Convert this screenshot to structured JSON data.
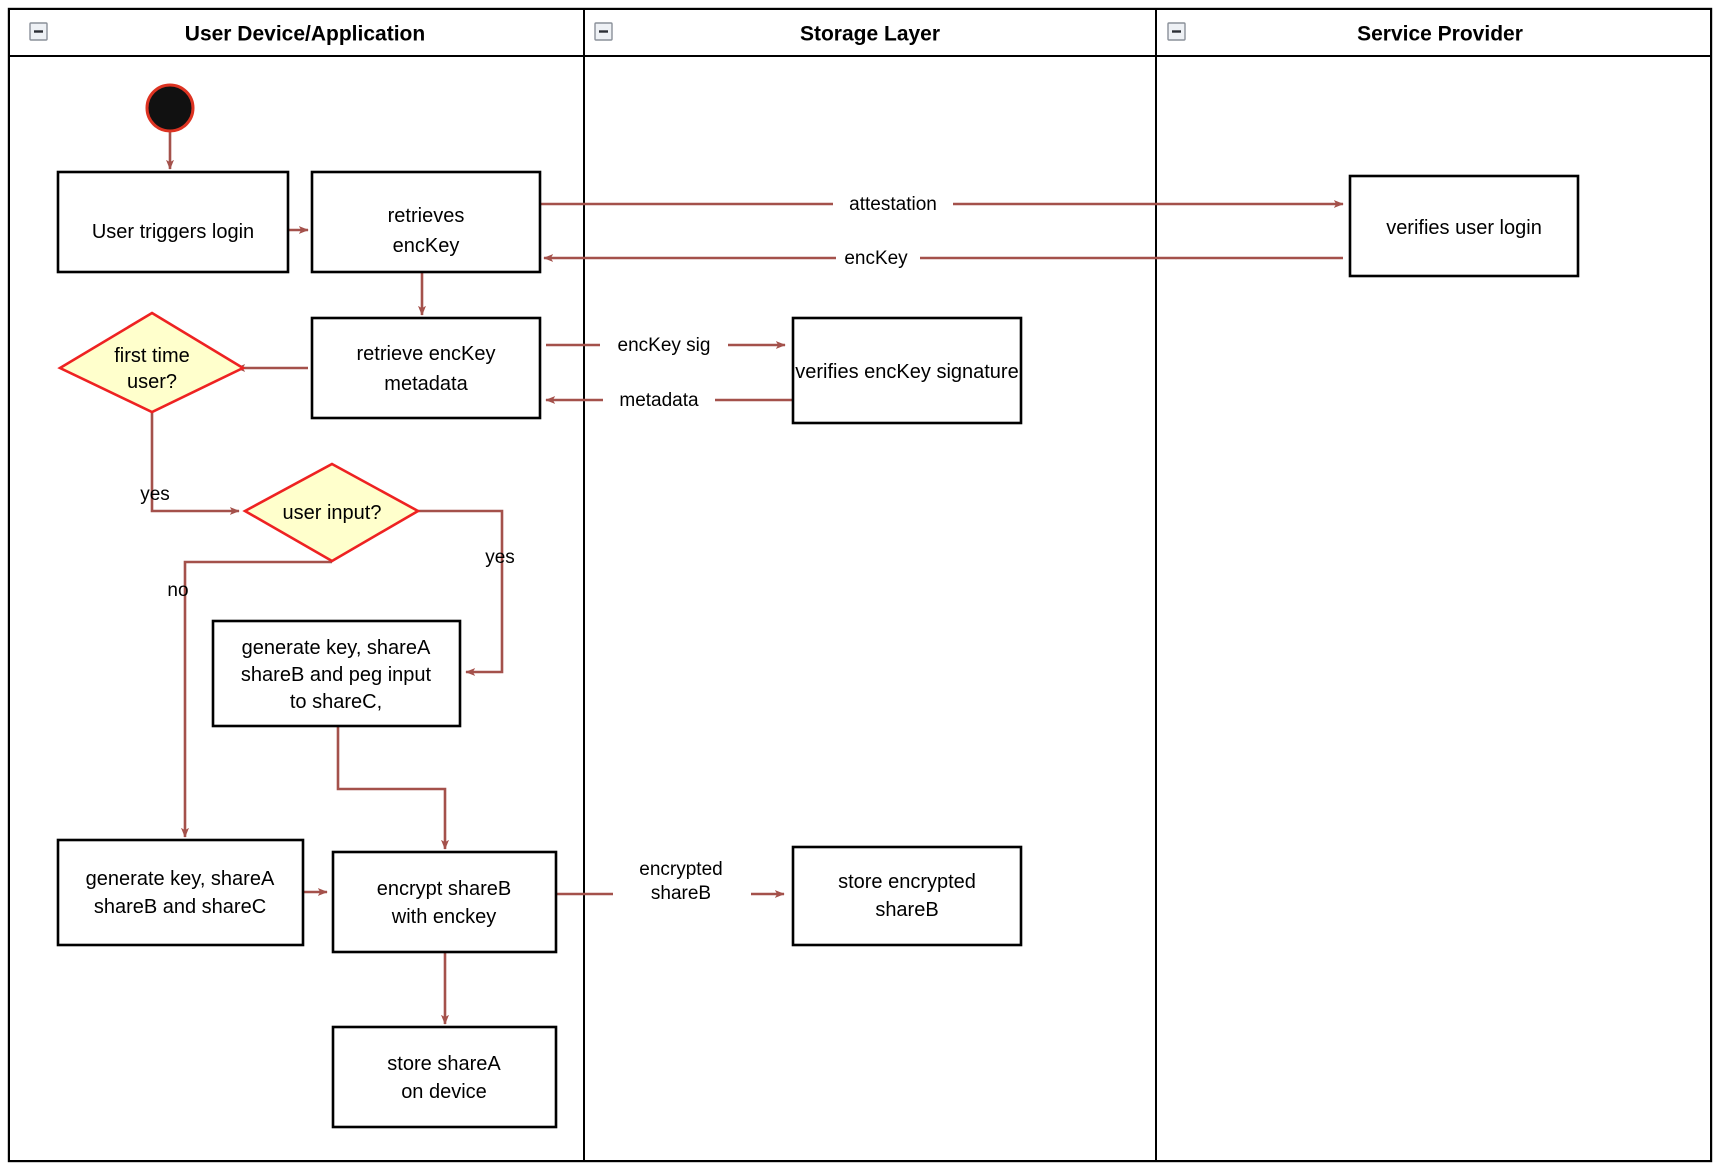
{
  "diagram": {
    "type": "uml-activity-swimlane",
    "title": "Login / key-share provisioning activity diagram",
    "background_color": "#ffffff",
    "edge_color": "#a4514b",
    "decision_fill": "#ffffcc",
    "decision_stroke": "#ee2222",
    "node_stroke": "#000000",
    "node_fill": "#ffffff",
    "start_node_fill": "#111111",
    "start_node_stroke": "#dd3322"
  },
  "lanes": [
    {
      "id": "lane-user-device",
      "title": "User Device/Application",
      "collapse_icon": "minus-icon"
    },
    {
      "id": "lane-storage",
      "title": "Storage Layer",
      "collapse_icon": "minus-icon"
    },
    {
      "id": "lane-service-provider",
      "title": "Service Provider",
      "collapse_icon": "minus-icon"
    }
  ],
  "nodes": [
    {
      "id": "start",
      "kind": "initial",
      "lane": "lane-user-device",
      "label": ""
    },
    {
      "id": "user-triggers-login",
      "kind": "action",
      "lane": "lane-user-device",
      "lines": [
        "User triggers login"
      ]
    },
    {
      "id": "retrieves-enckey",
      "kind": "action",
      "lane": "lane-user-device",
      "lines": [
        "retrieves",
        "encKey"
      ]
    },
    {
      "id": "retrieve-enckey-metadata",
      "kind": "action",
      "lane": "lane-user-device",
      "lines": [
        "retrieve encKey",
        "metadata"
      ]
    },
    {
      "id": "first-time-user",
      "kind": "decision",
      "lane": "lane-user-device",
      "lines": [
        "first time",
        "user?"
      ]
    },
    {
      "id": "user-input",
      "kind": "decision",
      "lane": "lane-user-device",
      "lines": [
        "user input?"
      ]
    },
    {
      "id": "generate-key-peg",
      "kind": "action",
      "lane": "lane-user-device",
      "lines": [
        "generate key, shareA",
        "shareB and peg input",
        "to shareC,"
      ]
    },
    {
      "id": "generate-key-sharec",
      "kind": "action",
      "lane": "lane-user-device",
      "lines": [
        "generate key, shareA",
        "shareB and shareC"
      ]
    },
    {
      "id": "encrypt-shareb",
      "kind": "action",
      "lane": "lane-user-device",
      "lines": [
        "encrypt shareB",
        "with enckey"
      ]
    },
    {
      "id": "store-sharea",
      "kind": "action",
      "lane": "lane-user-device",
      "lines": [
        "store shareA",
        "on device"
      ]
    },
    {
      "id": "verifies-enckey-signature",
      "kind": "action",
      "lane": "lane-storage",
      "lines": [
        "verifies encKey signature"
      ]
    },
    {
      "id": "store-encrypted-shareb",
      "kind": "action",
      "lane": "lane-storage",
      "lines": [
        "store encrypted",
        "shareB"
      ]
    },
    {
      "id": "verifies-user-login",
      "kind": "action",
      "lane": "lane-service-provider",
      "lines": [
        "verifies user login"
      ]
    }
  ],
  "edges": [
    {
      "id": "e-start-login",
      "from": "start",
      "to": "user-triggers-login",
      "label": ""
    },
    {
      "id": "e-login-retrieves",
      "from": "user-triggers-login",
      "to": "retrieves-enckey",
      "label": ""
    },
    {
      "id": "e-attestation",
      "from": "retrieves-enckey",
      "to": "verifies-user-login",
      "label": "attestation"
    },
    {
      "id": "e-enckey-back",
      "from": "verifies-user-login",
      "to": "retrieves-enckey",
      "label": "encKey"
    },
    {
      "id": "e-retrieves-metadata",
      "from": "retrieves-enckey",
      "to": "retrieve-enckey-metadata",
      "label": ""
    },
    {
      "id": "e-enckey-sig",
      "from": "retrieve-enckey-metadata",
      "to": "verifies-enckey-signature",
      "label": "encKey sig"
    },
    {
      "id": "e-metadata-back",
      "from": "verifies-enckey-signature",
      "to": "retrieve-enckey-metadata",
      "label": "metadata"
    },
    {
      "id": "e-metadata-firsttime",
      "from": "retrieve-enckey-metadata",
      "to": "first-time-user",
      "label": ""
    },
    {
      "id": "e-firsttime-yes",
      "from": "first-time-user",
      "to": "user-input",
      "label": "yes"
    },
    {
      "id": "e-userinput-no",
      "from": "user-input",
      "to": "generate-key-sharec",
      "label": "no"
    },
    {
      "id": "e-userinput-yes",
      "from": "user-input",
      "to": "generate-key-peg",
      "label": "yes"
    },
    {
      "id": "e-peg-encrypt",
      "from": "generate-key-peg",
      "to": "encrypt-shareb",
      "label": ""
    },
    {
      "id": "e-sharec-encrypt",
      "from": "generate-key-sharec",
      "to": "encrypt-shareb",
      "label": ""
    },
    {
      "id": "e-encrypted-shareb",
      "from": "encrypt-shareb",
      "to": "store-encrypted-shareb",
      "lines": [
        "encrypted",
        "shareB"
      ]
    },
    {
      "id": "e-encrypt-store-sharea",
      "from": "encrypt-shareb",
      "to": "store-sharea",
      "label": ""
    }
  ],
  "edge_labels": {
    "attestation": "attestation",
    "enckey": "encKey",
    "enckey_sig": "encKey sig",
    "metadata": "metadata",
    "yes_first": "yes",
    "no": "no",
    "yes_second": "yes",
    "encrypted_line1": "encrypted",
    "encrypted_line2": "shareB"
  }
}
